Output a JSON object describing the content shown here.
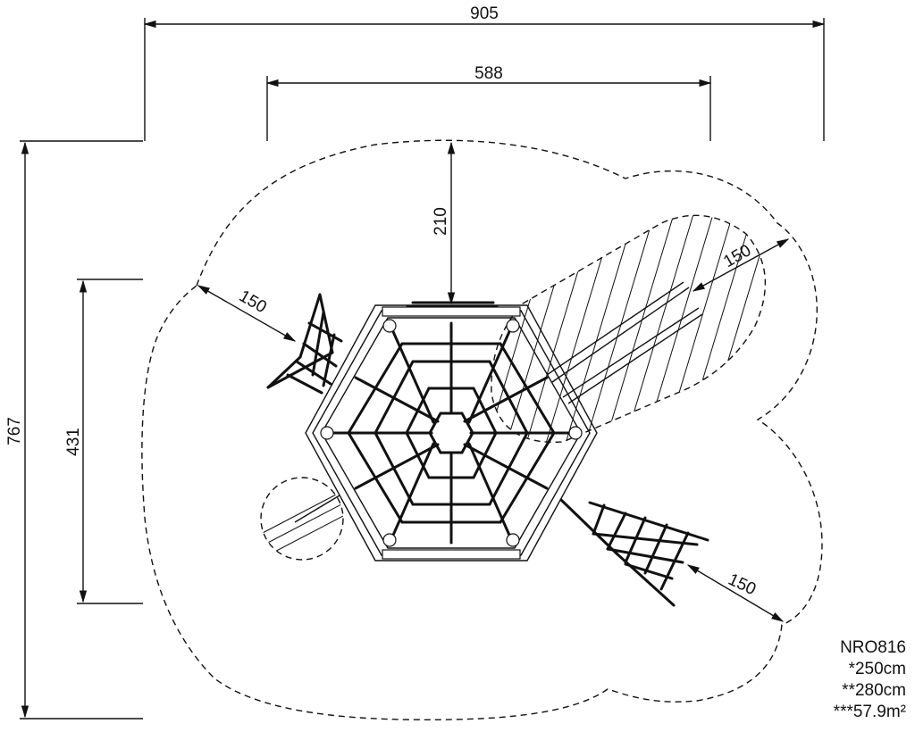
{
  "dimensions": {
    "overall_width": "905",
    "structure_width": "588",
    "top_clearance": "210",
    "overall_height": "767",
    "structure_height": "431",
    "safety_zone_left": "150",
    "safety_zone_right_top": "150",
    "safety_zone_right_bottom": "150"
  },
  "spec": {
    "model": "NRO816",
    "height_1": "*250cm",
    "height_2": "**280cm",
    "area": "***57.9m²"
  }
}
